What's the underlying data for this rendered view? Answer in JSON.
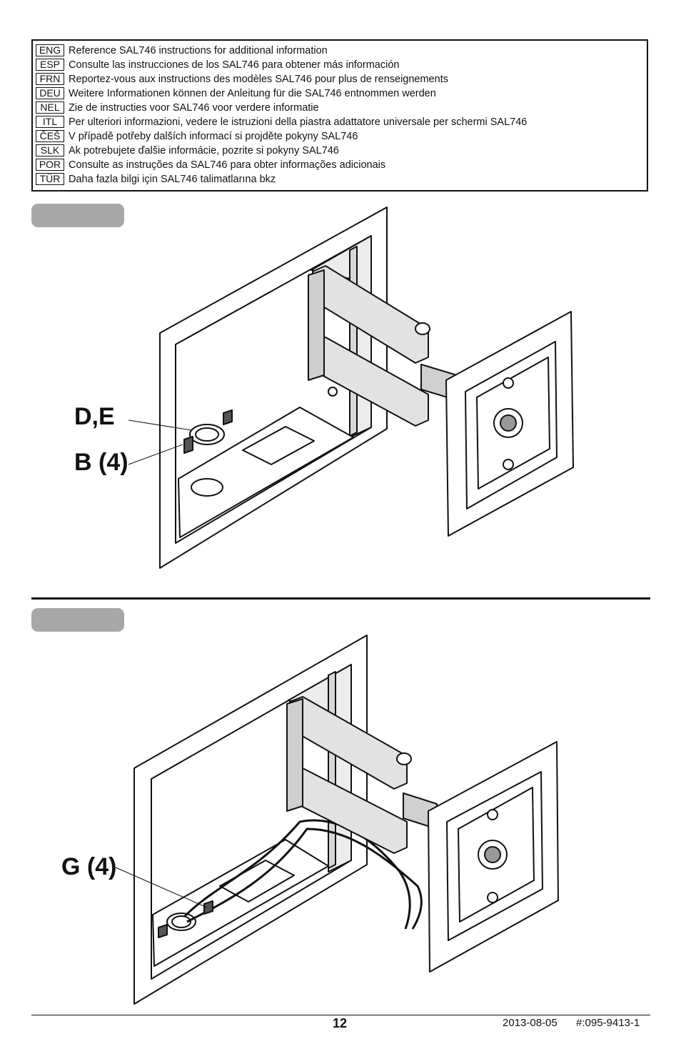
{
  "languages": [
    {
      "code": "ENG",
      "text": "Reference SAL746 instructions for additional information"
    },
    {
      "code": "ESP",
      "text": "Consulte las instrucciones de los SAL746 para obtener más información"
    },
    {
      "code": "FRN",
      "text": "Reportez-vous aux instructions des modèles SAL746 pour plus de renseignements"
    },
    {
      "code": "DEU",
      "text": "Weitere Informationen können der Anleitung für die SAL746 entnommen werden"
    },
    {
      "code": "NEL",
      "text": "Zie de instructies voor SAL746 voor verdere informatie"
    },
    {
      "code": "ITL",
      "text": "Per ulteriori informazioni, vedere le istruzioni della piastra adattatore universale per schermi SAL746"
    },
    {
      "code": "ČEŠ",
      "text": "V případě potřeby dalších informací si projděte pokyny SAL746"
    },
    {
      "code": "SLK",
      "text": "Ak potrebujete ďalšie informácie, pozrite si pokyny SAL746"
    },
    {
      "code": "POR",
      "text": "Consulte as instruções da SAL746 para obter informações adicionais"
    },
    {
      "code": "TÜR",
      "text": "Daha fazla bilgi için SAL746 talimatlarına bkz"
    }
  ],
  "figure1": {
    "callout_de": "D,E",
    "callout_b": "B (4)"
  },
  "figure2": {
    "callout_g": "G (4)"
  },
  "footer": {
    "page_number": "12",
    "date": "2013-08-05",
    "part_number": "#:095-9413-1"
  }
}
